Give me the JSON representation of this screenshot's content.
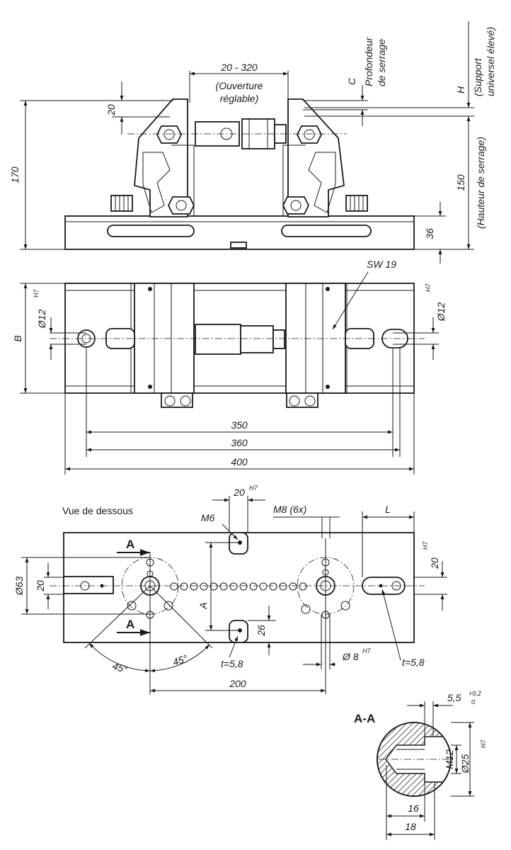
{
  "front_view": {
    "opening_range": "20 - 320",
    "opening_label_1": "(Ouverture",
    "opening_label_2": "réglable)",
    "height_total": "170",
    "dim_20": "20",
    "clamp_depth_letter": "C",
    "clamp_depth_1": "Profondeur",
    "clamp_depth_2": "de serrage",
    "support_letter": "H",
    "support_1": "(Support",
    "support_2": "universel élevé)",
    "clamp_height_value": "150",
    "clamp_height_label": "(Hauteur de serrage)",
    "base_height": "36"
  },
  "top_view": {
    "width_letter": "B",
    "bore_left": "Ø12",
    "bore_left_tol": "H7",
    "bore_right": "Ø12",
    "bore_right_tol": "H7",
    "wrench_size": "SW 19",
    "dim_350": "350",
    "dim_360": "360",
    "dim_400": "400"
  },
  "bottom_view": {
    "title": "Vue de dessous",
    "section_marker_top": "A",
    "section_marker_bottom": "A",
    "dim_slot_width": "20",
    "dim_slot_width_tol": "H7",
    "thread_m6": "M6",
    "thread_m8": "M8 (6x)",
    "length_letter": "L",
    "dia_63": "Ø63",
    "dim_20_left": "20",
    "letter_a": "A",
    "dim_26": "26",
    "right_20": "20",
    "right_20_tol": "H7",
    "depth_left": "t=5,8",
    "depth_right": "t=5,8",
    "bore_8": "Ø 8",
    "bore_8_tol": "H7",
    "angle_left": "45°",
    "angle_right": "45°",
    "dim_200": "200"
  },
  "section_view": {
    "title": "A-A",
    "tol_top": "5,5",
    "tol_plus": "+0,2",
    "tol_zero": "0",
    "thread": "M12",
    "dia": "Ø25",
    "dia_tol": "H7",
    "dim_16": "16",
    "dim_18": "18"
  }
}
